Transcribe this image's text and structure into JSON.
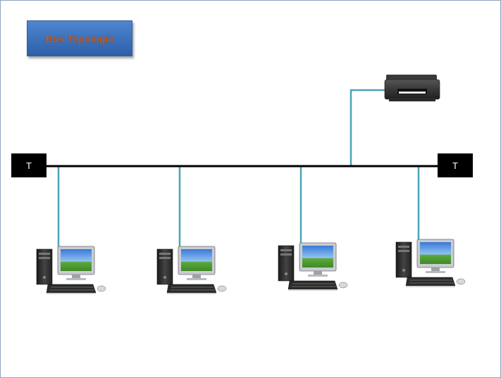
{
  "title": "Bus Topología",
  "terminators": [
    {
      "label": "T"
    },
    {
      "label": "T"
    }
  ],
  "colors": {
    "bus": "#000000",
    "drop_cable": "#4aa3b8",
    "terminator": "#000000",
    "title_bg": "#3d72bd",
    "title_text": "#c0602a"
  },
  "nodes": [
    {
      "type": "computer",
      "icon": "desktop-computer-icon"
    },
    {
      "type": "computer",
      "icon": "desktop-computer-icon"
    },
    {
      "type": "computer",
      "icon": "desktop-computer-icon"
    },
    {
      "type": "computer",
      "icon": "desktop-computer-icon"
    },
    {
      "type": "printer",
      "icon": "printer-icon"
    }
  ]
}
